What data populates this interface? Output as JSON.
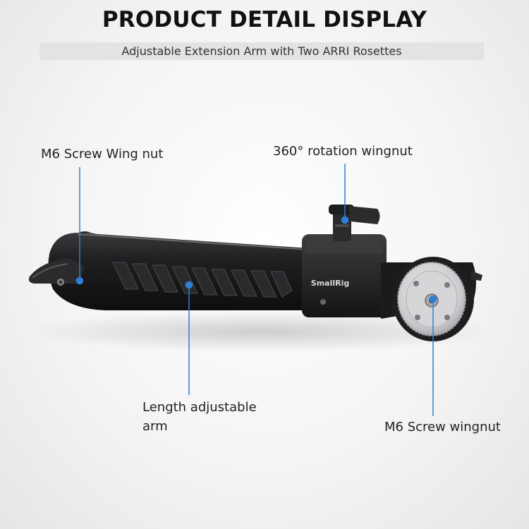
{
  "header": {
    "title": "PRODUCT DETAIL DISPLAY",
    "subtitle": "Adjustable Extension Arm with Two ARRI Rosettes"
  },
  "callouts": {
    "wing_nut": "M6 Screw Wing nut",
    "rotation": "360° rotation wingnut",
    "arm": "Length adjustable arm",
    "m6_wingnut": "M6 Screw wingnut"
  },
  "product": {
    "brand": "SmallRig"
  },
  "colors": {
    "leader_line": "#2f7fd4",
    "arm_body": "#1c1c1e",
    "rosette": "#d8d8da"
  }
}
